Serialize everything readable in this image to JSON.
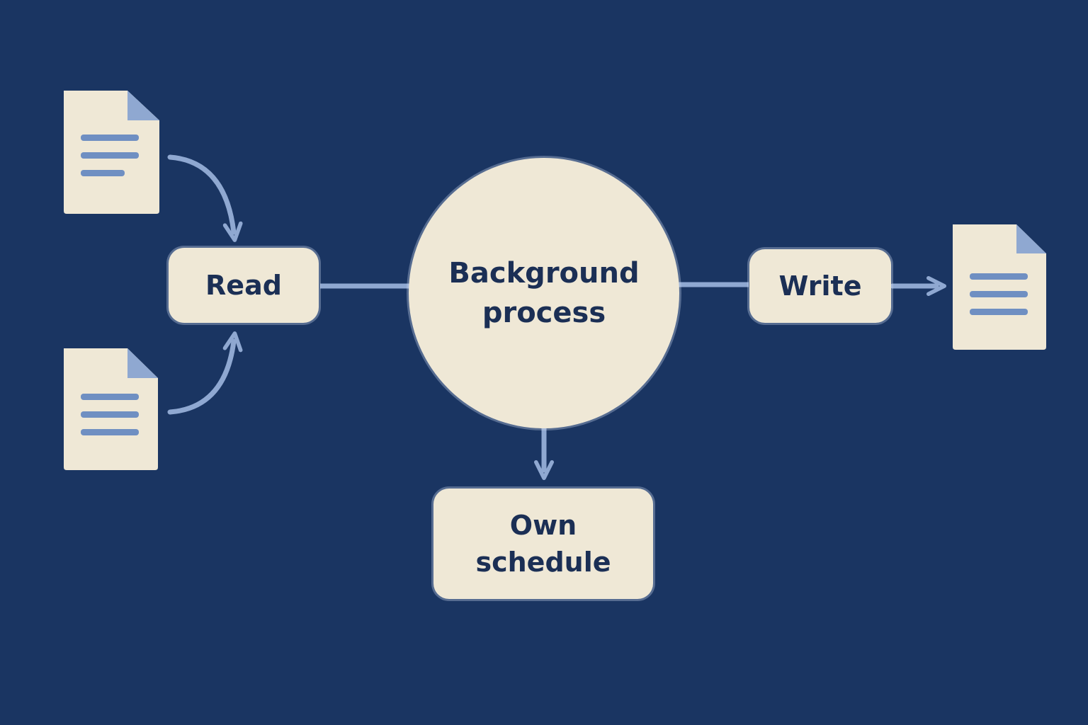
{
  "colors": {
    "background": "#1a3562",
    "node_fill": "#efe8d6",
    "text": "#1b2f55",
    "connector": "#8fa8d1",
    "doc_lines": "#6f8fc2"
  },
  "nodes": {
    "read": "Read",
    "process_line1": "Background",
    "process_line2": "process",
    "write": "Write",
    "own_line1": "Own",
    "own_line2": "schedule"
  },
  "icons": {
    "input_doc_1": "document-icon",
    "input_doc_2": "document-icon",
    "output_doc": "document-icon",
    "arrows": "arrow-icon"
  }
}
